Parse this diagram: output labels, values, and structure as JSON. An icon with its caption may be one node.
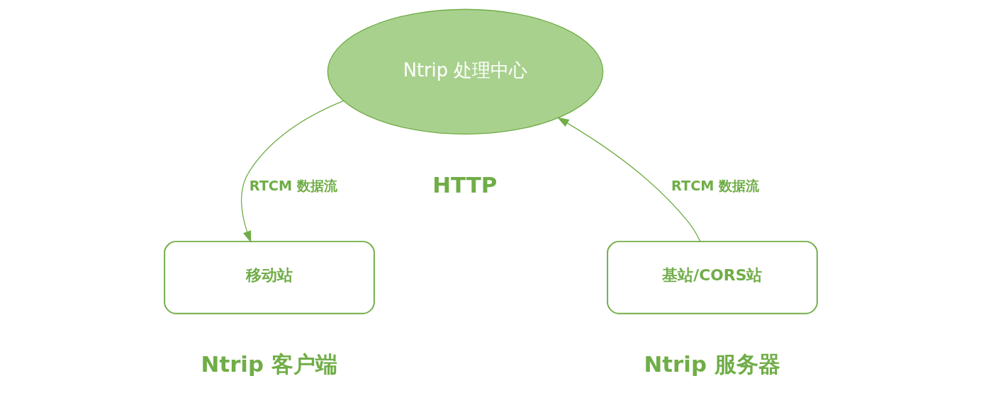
{
  "diagram": {
    "nodes": [
      {
        "text": [
          "Ntrip 处理中心"
        ],
        "beside": [
          "HTTP"
        ]
      },
      {
        "text": [
          "移动站"
        ],
        "beside": [
          "Ntrip 客户端"
        ]
      },
      {
        "text": [
          "基站/CORS站"
        ],
        "beside": [
          "Ntrip 服务器"
        ]
      }
    ],
    "edges": [
      {
        "from": 0,
        "to": 1,
        "arrow": "to",
        "label": "RTCM 数据流"
      },
      {
        "from": 2,
        "to": 0,
        "arrow": "to",
        "label": "RTCM 数据流"
      }
    ]
  }
}
